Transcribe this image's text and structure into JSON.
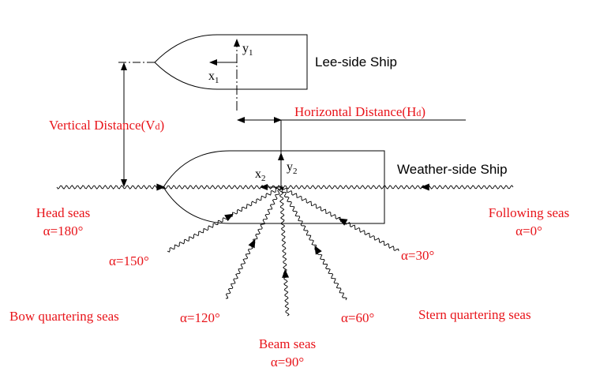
{
  "colors": {
    "annotation": "#e8141a",
    "line": "#000000",
    "background": "#ffffff"
  },
  "ships": {
    "lee": {
      "name": "Lee-side Ship",
      "axis_x": "x",
      "axis_x_sub": "1",
      "axis_y": "y",
      "axis_y_sub": "1"
    },
    "weather": {
      "name": "Weather-side Ship",
      "axis_x": "x",
      "axis_x_sub": "2",
      "axis_y": "y",
      "axis_y_sub": "2"
    }
  },
  "distances": {
    "vertical": {
      "label": "Vertical Distance(V",
      "sub": "d",
      "close": ")"
    },
    "horizontal": {
      "label": "Horizontal Distance(H",
      "sub": "d",
      "close": ")"
    }
  },
  "seas": {
    "head": {
      "name": "Head seas",
      "alpha": "α=180°"
    },
    "following": {
      "name": "Following seas",
      "alpha": "α=0°"
    },
    "bow_quartering": {
      "name": "Bow quartering seas"
    },
    "stern_quartering": {
      "name": "Stern quartering seas"
    },
    "beam": {
      "name": "Beam seas",
      "alpha": "α=90°"
    },
    "a150": "α=150°",
    "a120": "α=120°",
    "a60": "α=60°",
    "a30": "α=30°"
  }
}
